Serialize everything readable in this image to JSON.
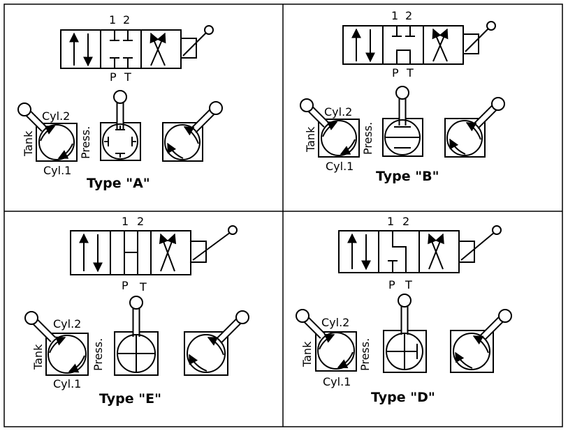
{
  "panels": [
    {
      "title": "Type \"A\"",
      "port_top_1": "1",
      "port_top_2": "2",
      "port_bottom_p": "P",
      "port_bottom_t": "T",
      "label_cyl2": "Cyl.2",
      "label_cyl1": "Cyl.1",
      "label_tank": "Tank",
      "label_press": "Press."
    },
    {
      "title": "Type \"B\"",
      "port_top_1": "1",
      "port_top_2": "2",
      "port_bottom_p": "P",
      "port_bottom_t": "T",
      "label_cyl2": "Cyl.2",
      "label_cyl1": "Cyl.1",
      "label_tank": "Tank",
      "label_press": "Press."
    },
    {
      "title": "Type \"E\"",
      "port_top_1": "1",
      "port_top_2": "2",
      "port_bottom_p": "P",
      "port_bottom_t": "T",
      "label_cyl2": "Cyl.2",
      "label_cyl1": "Cyl.1",
      "label_tank": "Tank",
      "label_press": "Press."
    },
    {
      "title": "Type \"D\"",
      "port_top_1": "1",
      "port_top_2": "2",
      "port_bottom_p": "P",
      "port_bottom_t": "T",
      "label_cyl2": "Cyl.2",
      "label_cyl1": "Cyl.1",
      "label_tank": "Tank",
      "label_press": "Press."
    }
  ]
}
